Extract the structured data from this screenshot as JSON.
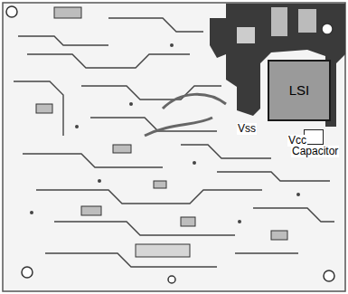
{
  "diagram": {
    "nodes": [
      {
        "text": [
          "LSI"
        ]
      },
      {
        "text": [
          "Capacitor"
        ]
      }
    ],
    "labels": [
      "Vss",
      "Vcc"
    ]
  }
}
